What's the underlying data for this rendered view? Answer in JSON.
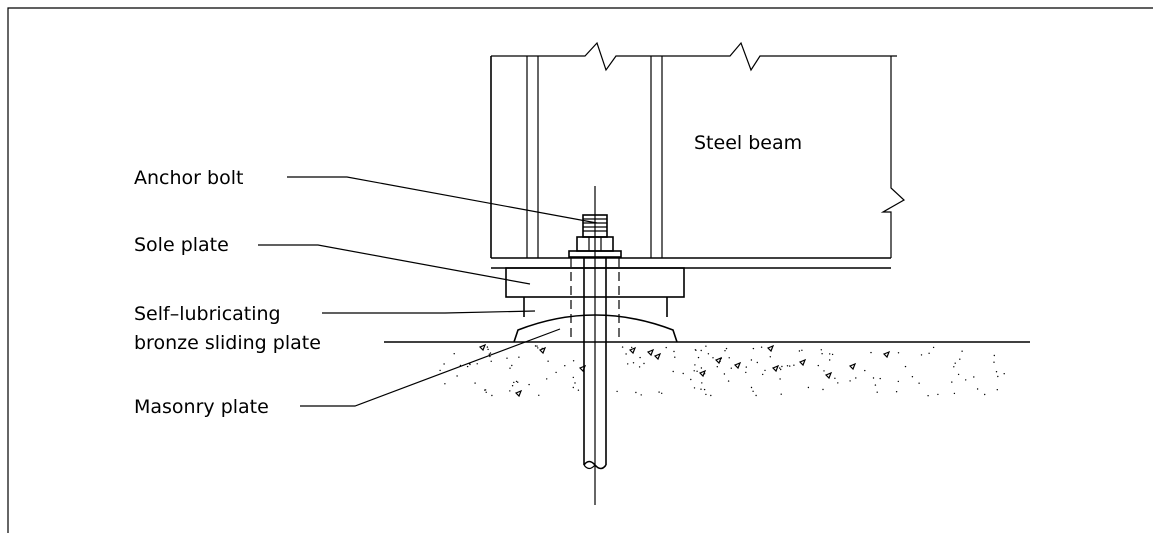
{
  "labels": {
    "steel_beam": "Steel beam",
    "anchor_bolt": "Anchor bolt",
    "sole_plate": "Sole plate",
    "bronze_line1": "Self–lubricating",
    "bronze_line2": "bronze sliding plate",
    "masonry_plate": "Masonry plate"
  }
}
